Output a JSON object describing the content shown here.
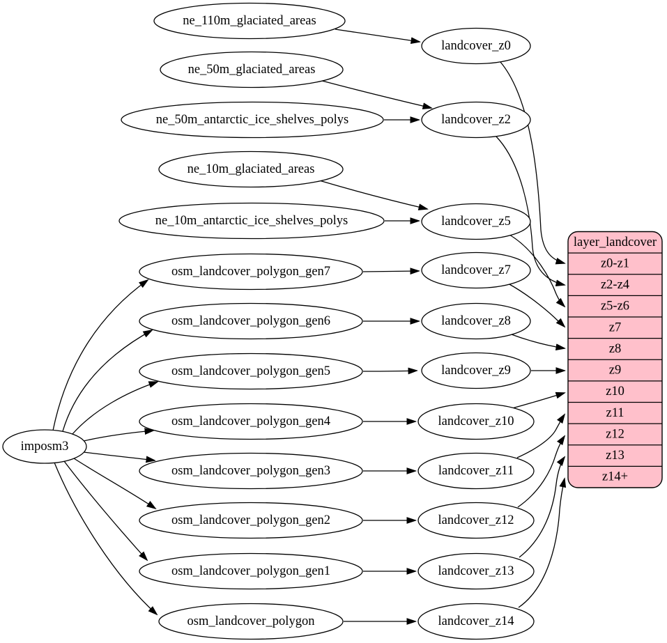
{
  "diagram": {
    "type": "dependency-graph",
    "direction": "left-to-right",
    "colors": {
      "background": "#ffffff",
      "node_fill": "#ffffff",
      "record_fill": "#ffc0cb",
      "edge": "#000000",
      "text": "#000000"
    },
    "root": {
      "label": "imposm3"
    },
    "sources": [
      {
        "label": "ne_110m_glaciated_areas"
      },
      {
        "label": "ne_50m_glaciated_areas"
      },
      {
        "label": "ne_50m_antarctic_ice_shelves_polys"
      },
      {
        "label": "ne_10m_glaciated_areas"
      },
      {
        "label": "ne_10m_antarctic_ice_shelves_polys"
      },
      {
        "label": "osm_landcover_polygon_gen7"
      },
      {
        "label": "osm_landcover_polygon_gen6"
      },
      {
        "label": "osm_landcover_polygon_gen5"
      },
      {
        "label": "osm_landcover_polygon_gen4"
      },
      {
        "label": "osm_landcover_polygon_gen3"
      },
      {
        "label": "osm_landcover_polygon_gen2"
      },
      {
        "label": "osm_landcover_polygon_gen1"
      },
      {
        "label": "osm_landcover_polygon"
      }
    ],
    "stages": [
      {
        "label": "landcover_z0"
      },
      {
        "label": "landcover_z2"
      },
      {
        "label": "landcover_z5"
      },
      {
        "label": "landcover_z7"
      },
      {
        "label": "landcover_z8"
      },
      {
        "label": "landcover_z9"
      },
      {
        "label": "landcover_z10"
      },
      {
        "label": "landcover_z11"
      },
      {
        "label": "landcover_z12"
      },
      {
        "label": "landcover_z13"
      },
      {
        "label": "landcover_z14"
      }
    ],
    "record": {
      "title": "layer_landcover",
      "rows": [
        "z0-z1",
        "z2-z4",
        "z5-z6",
        "z7",
        "z8",
        "z9",
        "z10",
        "z11",
        "z12",
        "z13",
        "z14+"
      ]
    },
    "edges": [
      {
        "from": "imposm3",
        "to": "osm_landcover_polygon_gen7"
      },
      {
        "from": "imposm3",
        "to": "osm_landcover_polygon_gen6"
      },
      {
        "from": "imposm3",
        "to": "osm_landcover_polygon_gen5"
      },
      {
        "from": "imposm3",
        "to": "osm_landcover_polygon_gen4"
      },
      {
        "from": "imposm3",
        "to": "osm_landcover_polygon_gen3"
      },
      {
        "from": "imposm3",
        "to": "osm_landcover_polygon_gen2"
      },
      {
        "from": "imposm3",
        "to": "osm_landcover_polygon_gen1"
      },
      {
        "from": "imposm3",
        "to": "osm_landcover_polygon"
      },
      {
        "from": "ne_110m_glaciated_areas",
        "to": "landcover_z0"
      },
      {
        "from": "ne_50m_glaciated_areas",
        "to": "landcover_z2"
      },
      {
        "from": "ne_50m_antarctic_ice_shelves_polys",
        "to": "landcover_z2"
      },
      {
        "from": "ne_10m_glaciated_areas",
        "to": "landcover_z5"
      },
      {
        "from": "ne_10m_antarctic_ice_shelves_polys",
        "to": "landcover_z5"
      },
      {
        "from": "osm_landcover_polygon_gen7",
        "to": "landcover_z7"
      },
      {
        "from": "osm_landcover_polygon_gen6",
        "to": "landcover_z8"
      },
      {
        "from": "osm_landcover_polygon_gen5",
        "to": "landcover_z9"
      },
      {
        "from": "osm_landcover_polygon_gen4",
        "to": "landcover_z10"
      },
      {
        "from": "osm_landcover_polygon_gen3",
        "to": "landcover_z11"
      },
      {
        "from": "osm_landcover_polygon_gen2",
        "to": "landcover_z12"
      },
      {
        "from": "osm_landcover_polygon_gen1",
        "to": "landcover_z13"
      },
      {
        "from": "osm_landcover_polygon",
        "to": "landcover_z14"
      },
      {
        "from": "landcover_z0",
        "to": "layer_landcover:z0-z1"
      },
      {
        "from": "landcover_z2",
        "to": "layer_landcover:z2-z4"
      },
      {
        "from": "landcover_z5",
        "to": "layer_landcover:z5-z6"
      },
      {
        "from": "landcover_z7",
        "to": "layer_landcover:z7"
      },
      {
        "from": "landcover_z8",
        "to": "layer_landcover:z8"
      },
      {
        "from": "landcover_z9",
        "to": "layer_landcover:z9"
      },
      {
        "from": "landcover_z10",
        "to": "layer_landcover:z10"
      },
      {
        "from": "landcover_z11",
        "to": "layer_landcover:z11"
      },
      {
        "from": "landcover_z12",
        "to": "layer_landcover:z12"
      },
      {
        "from": "landcover_z13",
        "to": "layer_landcover:z13"
      },
      {
        "from": "landcover_z14",
        "to": "layer_landcover:z14+"
      }
    ]
  }
}
